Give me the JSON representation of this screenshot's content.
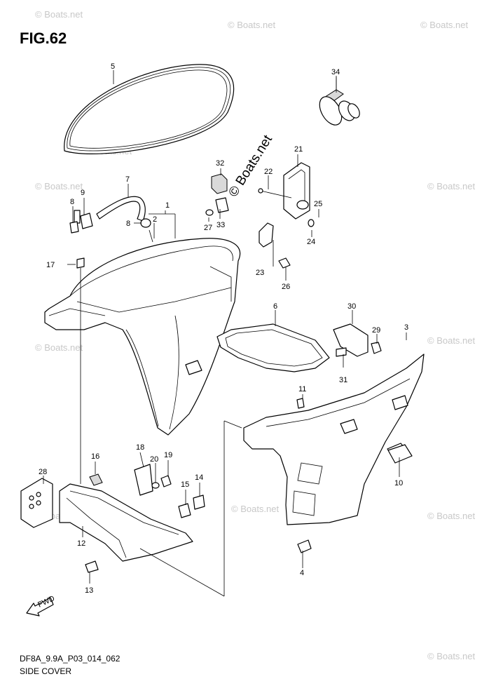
{
  "figure": {
    "title": "FIG.62",
    "code": "DF8A_9.9A_P03_014_062",
    "caption": "SIDE COVER",
    "fwd_label": "FWD"
  },
  "watermark": {
    "text": "© Boats.net",
    "diagonal_text": "© Boats.net"
  },
  "part_numbers": [
    "1",
    "2",
    "3",
    "4",
    "5",
    "6",
    "7",
    "8",
    "8",
    "9",
    "10",
    "11",
    "12",
    "13",
    "14",
    "15",
    "16",
    "17",
    "18",
    "19",
    "20",
    "21",
    "22",
    "23",
    "24",
    "25",
    "26",
    "27",
    "28",
    "29",
    "30",
    "31",
    "32",
    "33",
    "34"
  ],
  "colors": {
    "line": "#000000",
    "watermark": "#c8c8c8",
    "shade": "#d9d9d9"
  }
}
